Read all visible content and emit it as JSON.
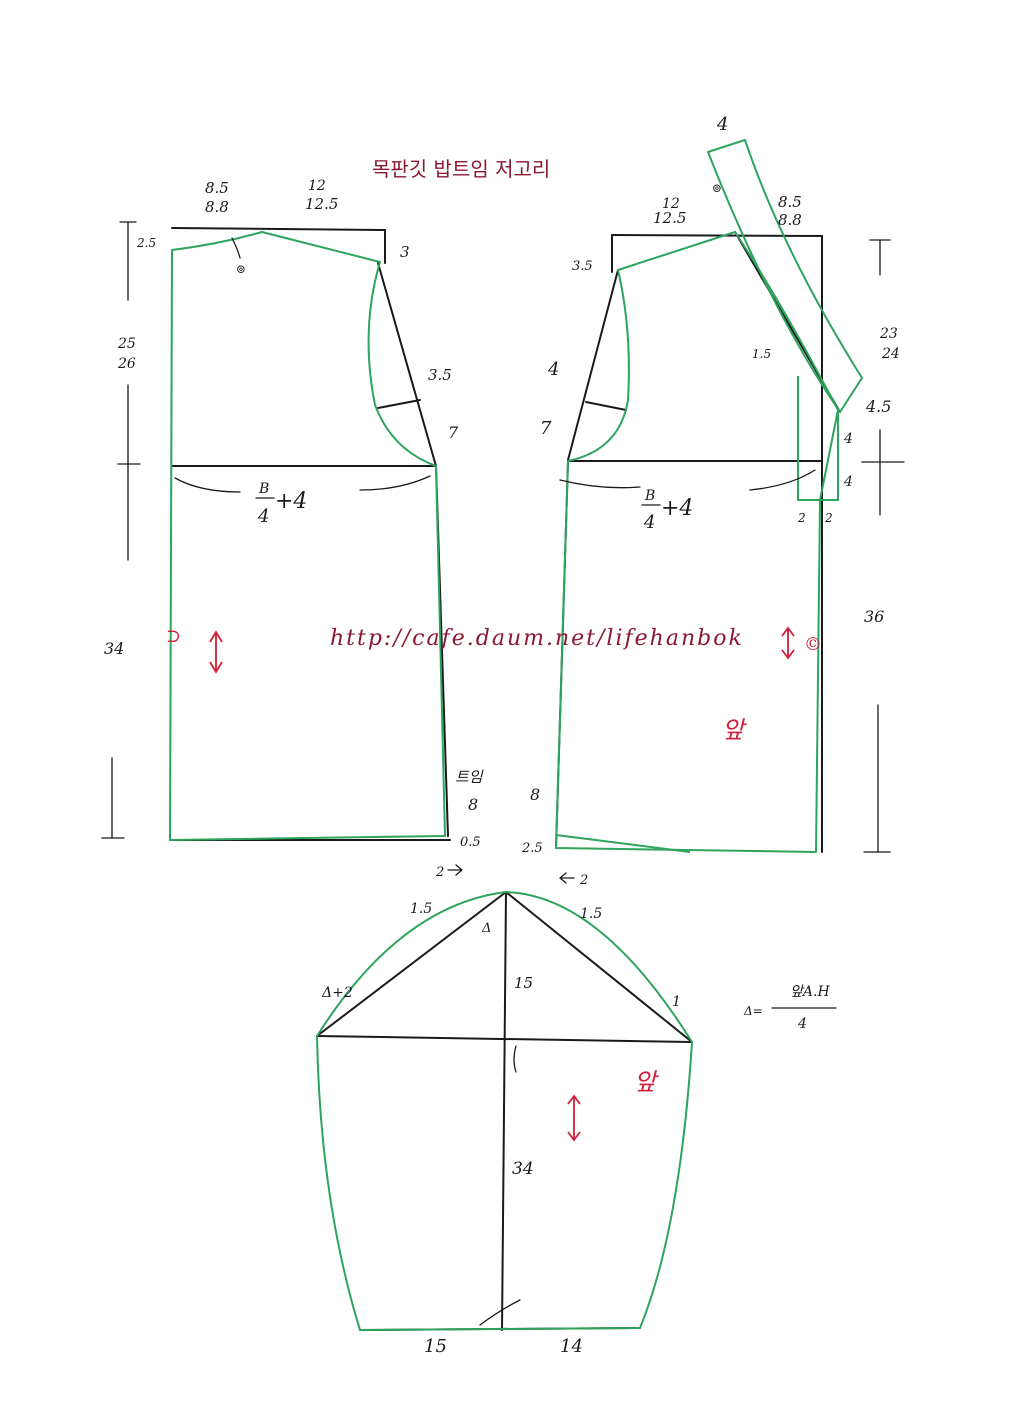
{
  "title": "목판깃 밥트임 저고리",
  "watermark": "http://cafe.daum.net/lifehanbok",
  "colors": {
    "outline": "#2ea45c",
    "draft": "#1a1a1a",
    "accent": "#d0203a",
    "title": "#8a1830"
  },
  "back": {
    "neck_width": [
      "8.5",
      "8.8"
    ],
    "shoulder_width": [
      "12",
      "12.5"
    ],
    "neck_depth": "2.5",
    "shoulder_drop": "3",
    "armhole_point": "3.5",
    "armhole_curve": "7",
    "armhole_depth": [
      "25",
      "26"
    ],
    "chest": "4",
    "chest_plus": "+4",
    "length": "34",
    "slit_label": "트임",
    "slit": "8",
    "hem": "0.5",
    "grain_mark": "⊚",
    "side_mark": "⊃",
    "bottom_offset": "2"
  },
  "front": {
    "collar_width": "4",
    "neck_width": [
      "8.5",
      "8.8"
    ],
    "shoulder_width": [
      "12",
      "12.5"
    ],
    "shoulder_drop": "3.5",
    "armhole_point": "4",
    "armhole_curve": "7",
    "collar_ext": "1.5",
    "collar_depth": [
      "23",
      "24"
    ],
    "collar_tip": "4.5",
    "facing": [
      "4",
      "4"
    ],
    "facing_width": [
      "2",
      "2"
    ],
    "chest": "4",
    "chest_plus": "+4",
    "length": "36",
    "slit": "8",
    "hem": "2.5",
    "label": "앞",
    "grain_mark": "⊚",
    "side_mark": "©",
    "bottom_offset": "2"
  },
  "sleeve": {
    "cap_left": "1.5",
    "cap_right": "1.5",
    "delta_plus": "Δ+2",
    "delta": "Δ",
    "cap_height": "15",
    "front_point": "1",
    "length": "34",
    "cuff_left": "15",
    "cuff_right": "14",
    "label": "앞",
    "formula_delta": "Δ=",
    "formula_num": "앞A.H",
    "formula_den": "4"
  },
  "fraction": {
    "num": "B",
    "den": "4"
  }
}
